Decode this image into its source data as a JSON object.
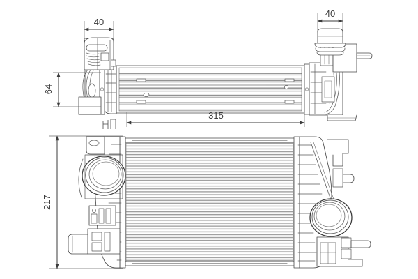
{
  "drawing": {
    "title": "Intercooler / Charge Air Cooler technical drawing",
    "background_color": "#ffffff",
    "line_color": "#4a4a4a",
    "fin_color": "#9a9a9a",
    "dim_text_color": "#3b3b3b",
    "views": [
      {
        "name": "top-view",
        "label": ""
      },
      {
        "name": "front-view",
        "label": ""
      }
    ]
  },
  "dimensions": {
    "top_left_width": {
      "value": "40",
      "unit": "",
      "orientation": "horizontal",
      "view": "top-view",
      "describes": "left end tank / inlet neck width"
    },
    "top_right_width": {
      "value": "40",
      "unit": "",
      "orientation": "horizontal",
      "view": "top-view",
      "describes": "right end tank / outlet neck width"
    },
    "top_height": {
      "value": "64",
      "unit": "",
      "orientation": "vertical",
      "view": "top-view",
      "describes": "core depth / thickness"
    },
    "core_length": {
      "value": "315",
      "unit": "",
      "orientation": "horizontal",
      "view": "top-view",
      "describes": "core length"
    },
    "core_height": {
      "value": "217",
      "unit": "",
      "orientation": "vertical",
      "view": "front-view",
      "describes": "overall core height"
    }
  },
  "annotations": {
    "units_note": "",
    "part_label": ""
  }
}
